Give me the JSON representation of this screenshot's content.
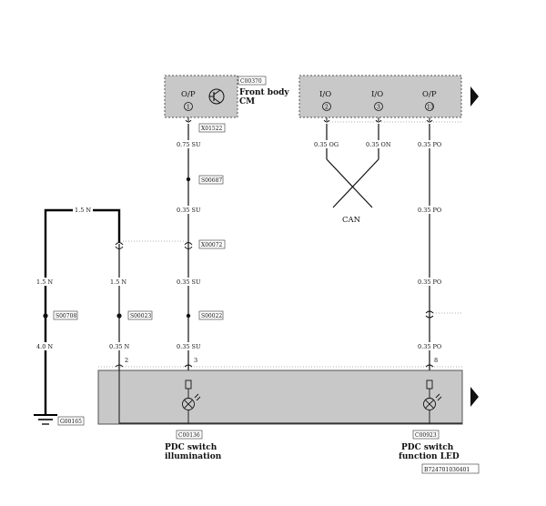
{
  "modules": {
    "front_body_cm": {
      "code": "C00370",
      "name_line1": "Front body",
      "name_line2": "CM",
      "pin_type": "O/P",
      "pin_number": "1"
    },
    "right_module": {
      "pins": [
        {
          "type": "I/O",
          "number": "2"
        },
        {
          "type": "I/O",
          "number": "3"
        },
        {
          "type": "O/P",
          "number": "13"
        }
      ]
    }
  },
  "connectors": {
    "x01522": "X01522",
    "x00072": "X00072"
  },
  "splices": {
    "s00687": "S00687",
    "s00022": "S00022",
    "s00708": "S00708",
    "s00023": "S00023"
  },
  "ground": "G00165",
  "can_label": "CAN",
  "wires": {
    "su_075": "0.75 SU",
    "su_035_a": "0.35 SU",
    "su_035_b": "0.35 SU",
    "su_035_c": "0.35 SU",
    "og_035": "0.35 OG",
    "on_035": "0.35 ON",
    "po_035_a": "0.35 PO",
    "po_035_b": "0.35 PO",
    "po_035_c": "0.35 PO",
    "po_035_d": "0.35 PO",
    "n_15_top": "1.5 N",
    "n_15_left": "1.5 N",
    "n_15_mid": "1.5 N",
    "n_40": "4.0 N",
    "n_035": "0.35 N"
  },
  "lower_pins": {
    "p2": "2",
    "p3": "3",
    "p8": "8"
  },
  "components": {
    "pdc_illum": {
      "code": "C00136",
      "line1": "PDC switch",
      "line2": "illumination"
    },
    "pdc_led": {
      "code": "C00923",
      "line1": "PDC switch",
      "line2": "function LED"
    }
  },
  "figure_id": "B724701030401",
  "colors": {
    "module_fill": "#c8c8c8",
    "wire": "#111111",
    "ground_wire": "#000000"
  }
}
